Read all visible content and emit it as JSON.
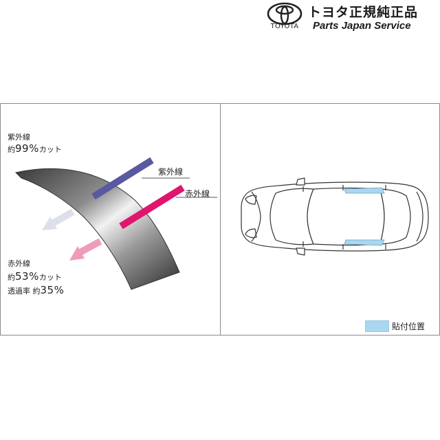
{
  "header": {
    "logo_word": "TOYOTA",
    "brand_jp": "トヨタ正規純正品",
    "brand_en": "Parts Japan Service"
  },
  "diagram": {
    "uv_block": {
      "line1": "紫外線",
      "prefix": "約",
      "value": "99%",
      "suffix": "カット"
    },
    "uv_label": "紫外線",
    "ir_label": "赤外線",
    "ir_block": {
      "line1": "赤外線",
      "prefix": "約",
      "value": "53%",
      "suffix": "カット",
      "trans_label": "透過率",
      "trans_prefix": "約",
      "trans_value": "35%"
    },
    "colors": {
      "uv": "#58599f",
      "ir": "#e0166e",
      "ir_arrow": "#ef9cbc",
      "uv_arrow": "#dde0ea"
    }
  },
  "car_panel": {
    "legend": {
      "label": "貼付位置",
      "color": "#a9d7f2"
    }
  }
}
